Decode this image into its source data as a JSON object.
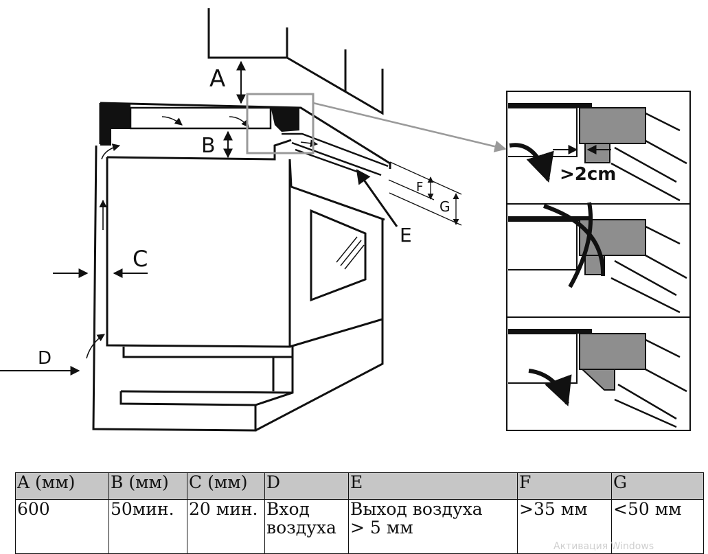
{
  "labels": {
    "A": "A",
    "B": "B",
    "C": "C",
    "D": "D",
    "E": "E",
    "F": "F",
    "G": "G",
    "detail": ">2cm"
  },
  "table": {
    "headers": [
      "A (мм)",
      "B (мм)",
      "C (мм)",
      "D",
      "E",
      "F",
      "G"
    ],
    "values": [
      " 600",
      "50мин.",
      "20 мин.",
      "Вход\nвоздуха",
      "Выход воздуха\n      > 5 мм",
      ">35 мм",
      "<50 мм"
    ]
  },
  "watermark": "Активация Windows",
  "colors": {
    "line": "#111111",
    "panel_gray": "#8e8e8e",
    "leader_gray": "#9a9a9a",
    "header_bg": "#c6c6c6"
  }
}
